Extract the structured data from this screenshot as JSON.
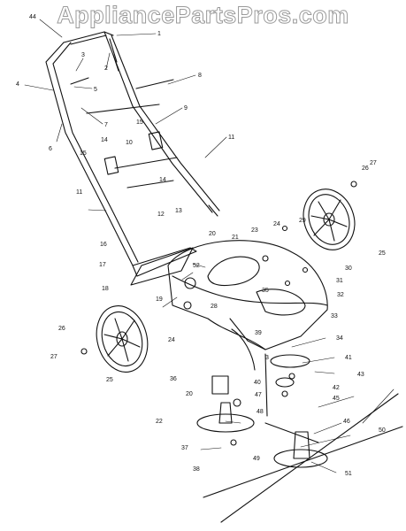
{
  "watermark": "AppliancePartsPros.com",
  "labels": [
    "44",
    "1",
    "2",
    "3",
    "4",
    "5",
    "6",
    "7",
    "8",
    "9",
    "10",
    "11",
    "11",
    "12",
    "13",
    "14",
    "14",
    "15",
    "15",
    "16",
    "17",
    "18",
    "19",
    "20",
    "20",
    "21",
    "22",
    "23",
    "24",
    "24",
    "25",
    "25",
    "26",
    "26",
    "27",
    "27",
    "28",
    "29",
    "30",
    "31",
    "32",
    "33",
    "34",
    "35",
    "36",
    "37",
    "38",
    "39",
    "40",
    "41",
    "42",
    "43",
    "45",
    "46",
    "47",
    "48",
    "49",
    "50",
    "51",
    "52",
    "3"
  ],
  "colors": {
    "ink": "#111111",
    "paper": "#ffffff",
    "watermark_stroke": "#9a9a9a"
  }
}
